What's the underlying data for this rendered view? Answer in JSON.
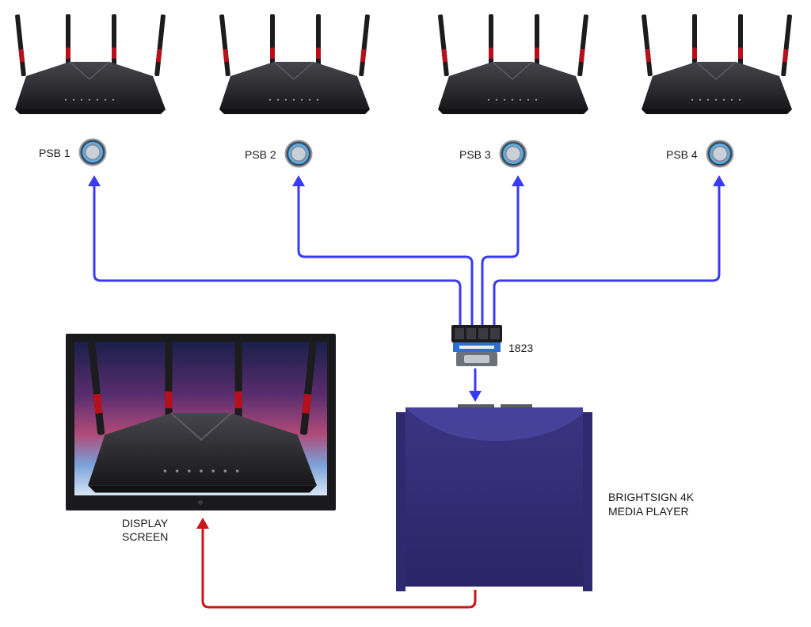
{
  "buttons": [
    {
      "label": "PSB 1"
    },
    {
      "label": "PSB 2"
    },
    {
      "label": "PSB 3"
    },
    {
      "label": "PSB 4"
    }
  ],
  "interface": {
    "label": "1823"
  },
  "player": {
    "line1": "BRIGHTSIGN 4K",
    "line2": "MEDIA PLAYER"
  },
  "display": {
    "line1": "DISPLAY",
    "line2": "SCREEN"
  },
  "colors": {
    "button_wire": "#3a3af5",
    "video_wire": "#cc1414",
    "player_body": "#2f2a70",
    "router_body": "#2a2a2e",
    "router_accent": "#b8101a",
    "button_ring": "#4fb8ff"
  },
  "icons": [
    "router-icon",
    "push-button-icon",
    "usb-interface-icon",
    "media-player-icon",
    "display-screen-icon"
  ]
}
